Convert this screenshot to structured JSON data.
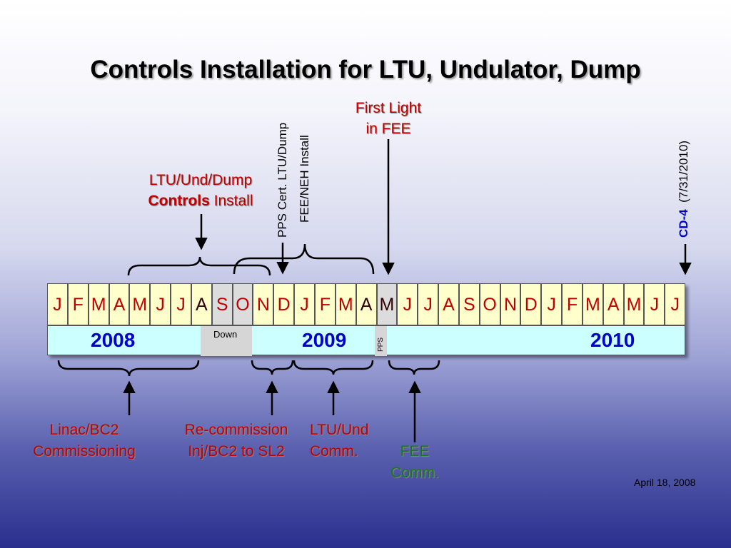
{
  "slide": {
    "title": "Controls Installation for LTU, Undulator, Dump",
    "date": "April 18, 2008"
  },
  "timeline": {
    "months": [
      "J",
      "F",
      "M",
      "A",
      "M",
      "J",
      "J",
      "A",
      "S",
      "O",
      "N",
      "D",
      "J",
      "F",
      "M",
      "A",
      "M",
      "J",
      "J",
      "A",
      "S",
      "O",
      "N",
      "D",
      "J",
      "F",
      "M",
      "A",
      "M",
      "J",
      "J"
    ],
    "years": [
      "2008",
      "2009",
      "2010"
    ],
    "down_label": "Down",
    "pps_label": "PPS"
  },
  "annotations": {
    "ltu_install_line1": "LTU/Und/Dump",
    "ltu_install_bold": "Controls",
    "ltu_install_rest": " Install",
    "pps_cert": "PPS Cert. LTU/Dump",
    "fee_neh": "FEE/NEH  Install",
    "first_light_line1": "First Light",
    "first_light_line2": "in FEE",
    "cd4": "CD-4",
    "cd4_date": "(7/31/2010)",
    "linac_line1": "Linac/BC2",
    "linac_line2": "Commissioning",
    "recomm_line1": "Re-commission",
    "recomm_line2": "Inj/BC2 to SL2",
    "ltu_comm_line1": "LTU/Und",
    "ltu_comm_line2": "Comm.",
    "fee_comm_line1": "FEE",
    "fee_comm_line2": "Comm."
  },
  "colors": {
    "annotation_red": "#c00000",
    "fee_green": "#17781a",
    "year_blue": "#0000cc",
    "month_cell": "#ffffcc",
    "year_row": "#ccffff"
  }
}
